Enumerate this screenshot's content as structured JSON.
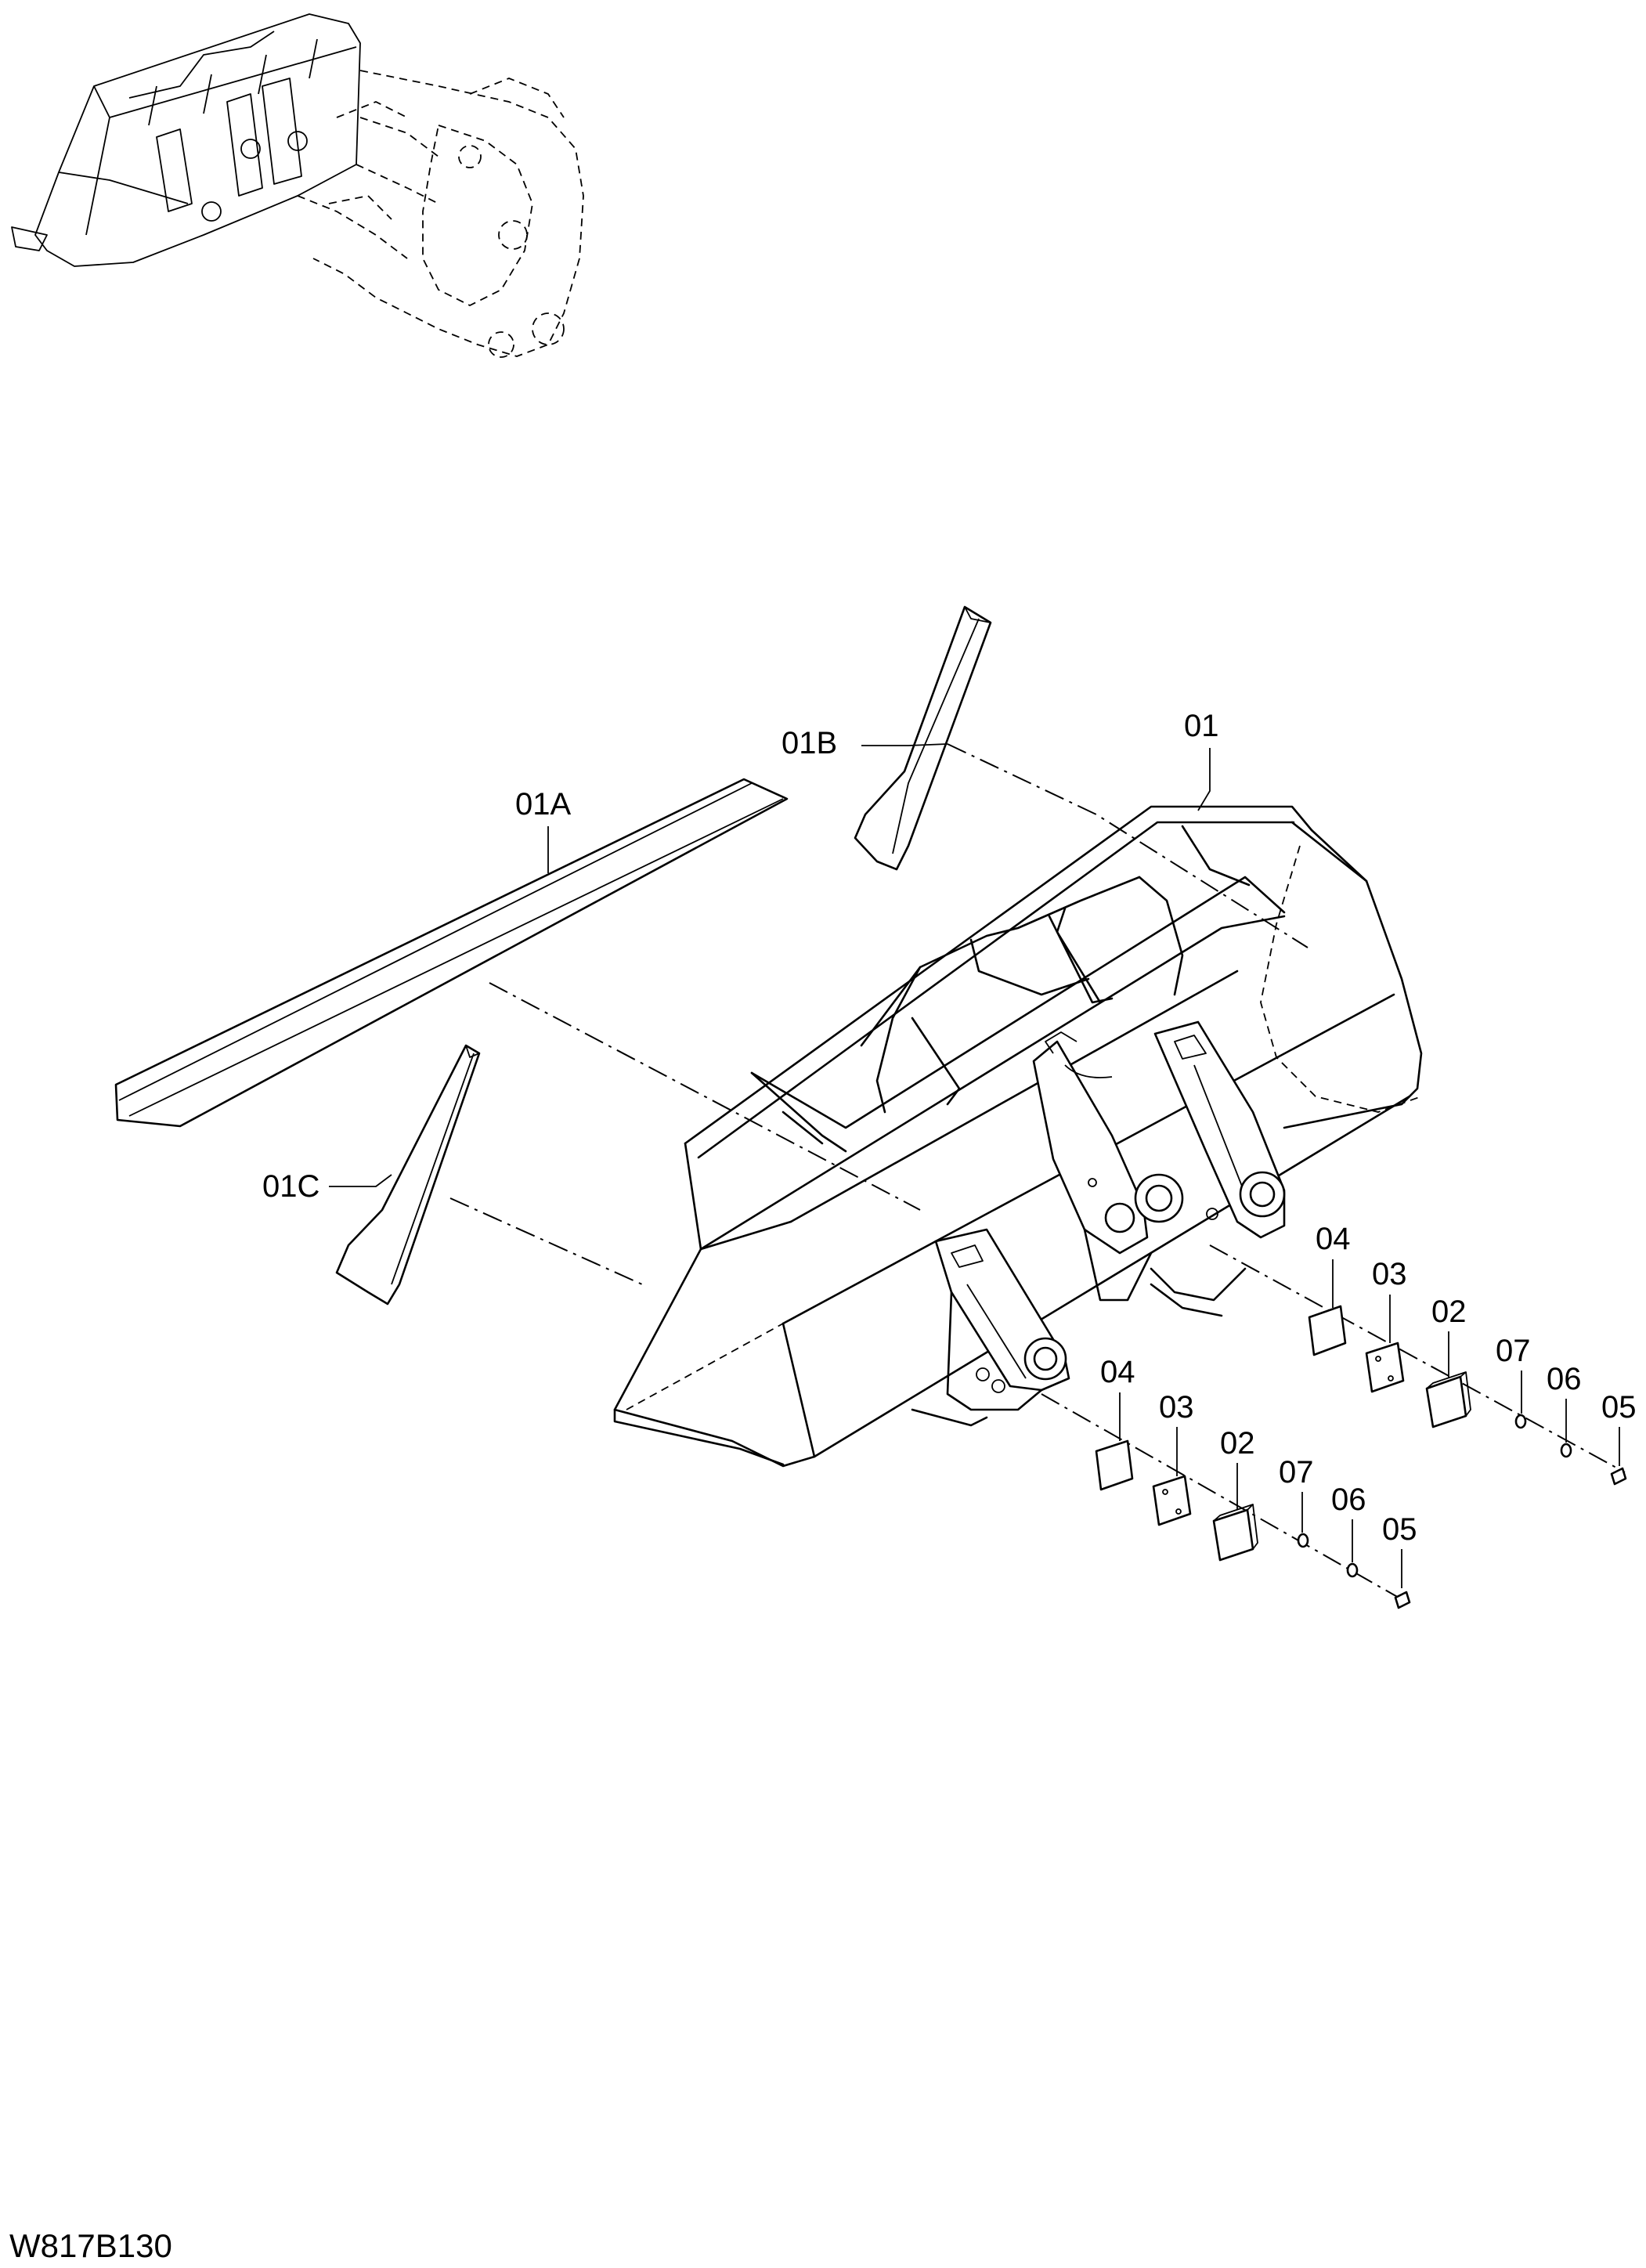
{
  "drawing_code": "W817B130",
  "callouts": [
    {
      "id": "c-01",
      "text": "01"
    },
    {
      "id": "c-01a",
      "text": "01A"
    },
    {
      "id": "c-01b",
      "text": "01B"
    },
    {
      "id": "c-01c",
      "text": "01C"
    },
    {
      "id": "c-04-upper",
      "text": "04"
    },
    {
      "id": "c-03-upper",
      "text": "03"
    },
    {
      "id": "c-02-upper",
      "text": "02"
    },
    {
      "id": "c-07-upper",
      "text": "07"
    },
    {
      "id": "c-06-upper",
      "text": "06"
    },
    {
      "id": "c-05-upper",
      "text": "05"
    },
    {
      "id": "c-04-lower",
      "text": "04"
    },
    {
      "id": "c-03-lower",
      "text": "03"
    },
    {
      "id": "c-02-lower",
      "text": "02"
    },
    {
      "id": "c-07-lower",
      "text": "07"
    },
    {
      "id": "c-06-lower",
      "text": "06"
    },
    {
      "id": "c-05-lower",
      "text": "05"
    }
  ]
}
